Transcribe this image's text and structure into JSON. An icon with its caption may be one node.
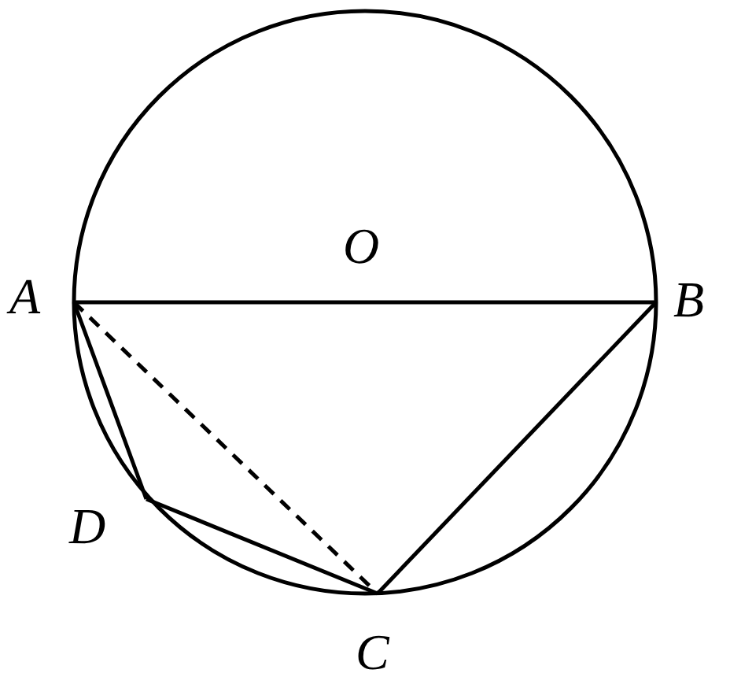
{
  "diagram": {
    "nodes": [
      {
        "text": [
          "A"
        ]
      },
      {
        "text": [
          "B"
        ]
      },
      {
        "text": [
          "C"
        ]
      },
      {
        "text": [
          "D"
        ]
      }
    ],
    "edges": [
      {
        "from": 0,
        "to": 1,
        "arrow": "none"
      },
      {
        "from": 0,
        "to": 2,
        "arrow": "none",
        "style": "dashed"
      },
      {
        "from": 0,
        "to": 3,
        "arrow": "none"
      },
      {
        "from": 3,
        "to": 2,
        "arrow": "none"
      },
      {
        "from": 1,
        "to": 2,
        "arrow": "none"
      }
    ],
    "labels": [
      "O"
    ]
  }
}
